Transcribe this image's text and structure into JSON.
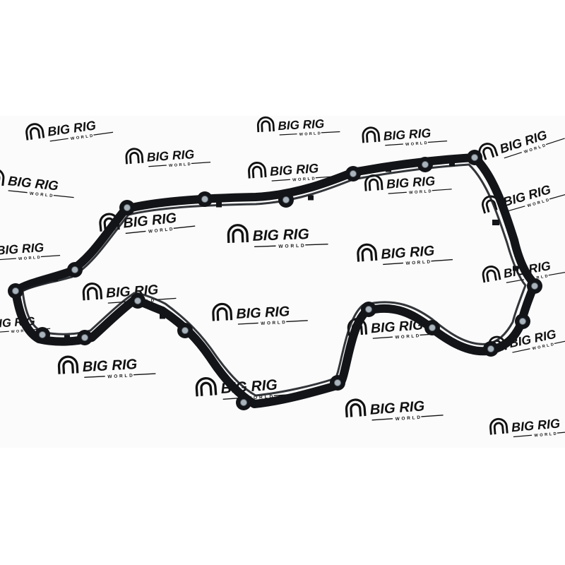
{
  "image": {
    "subject": "engine gasket",
    "colors": {
      "background": "#ffffff",
      "backdrop": "#fbfbfb",
      "gasket": "#121418",
      "bolt_sleeve": "#a9b3bc",
      "logo": "#111111"
    }
  },
  "watermark": {
    "brand": "BIG RIG",
    "tagline": "WORLD",
    "icon": "horseshoe-magnet-logo-icon"
  }
}
